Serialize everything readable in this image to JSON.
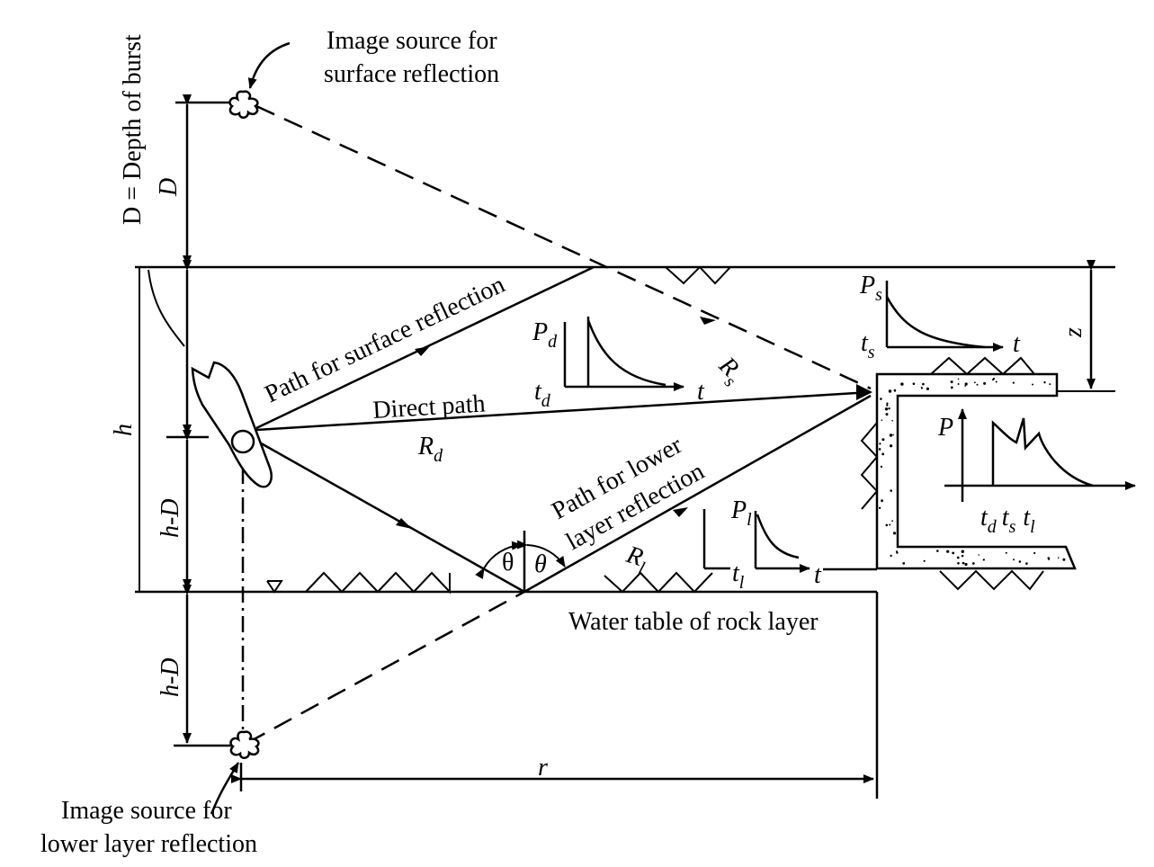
{
  "labels": {
    "image_source_surface_line1": "Image source for",
    "image_source_surface_line2": "surface reflection",
    "image_source_lower_line1": "Image source for",
    "image_source_lower_line2": "lower layer reflection",
    "depth_of_burst": "D = Depth of burst",
    "dim_D": "D",
    "dim_h": "h",
    "dim_h_minus_D_upper": "h-D",
    "dim_h_minus_D_lower": "h-D",
    "dim_z": "z",
    "dim_r": "r",
    "path_surface": "Path for surface reflection",
    "direct_path": "Direct path",
    "path_lower_line1": "Path for lower",
    "path_lower_line2": "layer reflection",
    "water_table": "Water table of rock layer",
    "theta_left": "θ",
    "theta_right": "θ"
  },
  "symbols": {
    "R_d_main": "R",
    "R_d_sub": "d",
    "R_s_main": "R",
    "R_s_sub": "s",
    "R_l_main": "R",
    "R_l_sub": "l",
    "P_d_main": "P",
    "P_d_sub": "d",
    "t_d_main": "t",
    "t_d_sub": "d",
    "t_axis_d": "t",
    "P_s_main": "P",
    "P_s_sub": "s",
    "t_s_main": "t",
    "t_s_sub": "s",
    "t_axis_s": "t",
    "P_l_main": "P",
    "P_l_sub": "l",
    "t_l_main": "t",
    "t_l_sub": "l",
    "t_axis_l": "t",
    "P_total": "P",
    "td_main": "t",
    "td_sub": "d",
    "ts_main": "t",
    "ts_sub": "s",
    "tl_main": "t",
    "tl_sub": "l"
  }
}
